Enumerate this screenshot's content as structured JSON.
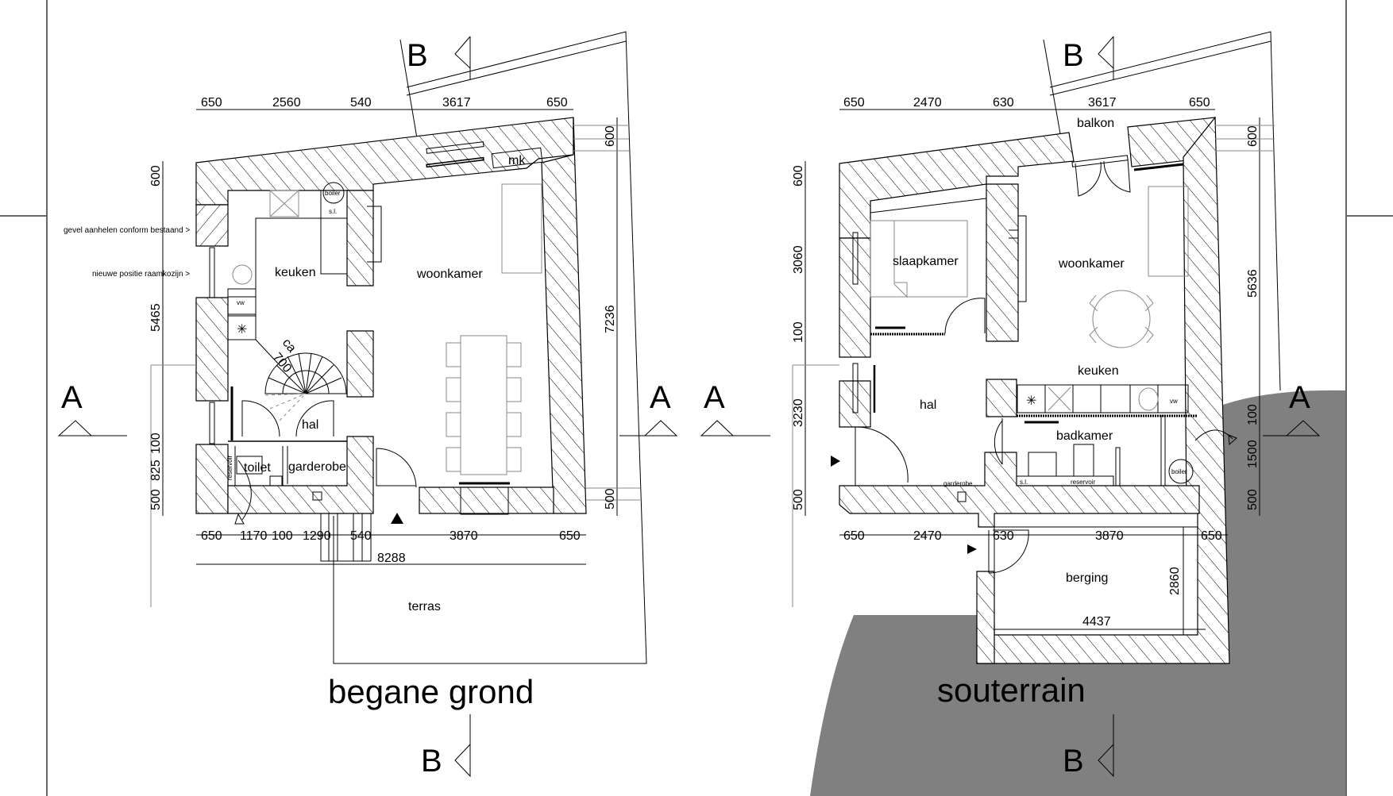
{
  "drawing": {
    "plans": [
      {
        "title": "begane grond",
        "rooms": [
          "keuken",
          "woonkamer",
          "hal",
          "toilet",
          "garderobe",
          "terras"
        ],
        "fixtures": {
          "boiler": "boiler",
          "sl": "s.l.",
          "mk": "mk",
          "vw": "vw",
          "reservoir": "reservoir",
          "stair_note_1": "ca",
          "stair_note_2": "700"
        },
        "annotations": [
          "gevel aanhelen conform bestaand >",
          "nieuwe positie raamkozijn >"
        ],
        "dims_top": [
          "650",
          "2560",
          "540",
          "3617",
          "650"
        ],
        "dims_bottom": [
          "650",
          "1170",
          "100",
          "1290",
          "540",
          "3870",
          "650"
        ],
        "dim_total": "8288",
        "dims_left": [
          "600",
          "5465",
          "100",
          "825",
          "500"
        ],
        "dims_right": [
          "600",
          "7236",
          "500"
        ]
      },
      {
        "title": "souterrain",
        "rooms": [
          "balkon",
          "slaapkamer",
          "woonkamer",
          "keuken",
          "hal",
          "badkamer",
          "garderobe",
          "berging"
        ],
        "fixtures": {
          "boiler": "boiler",
          "sl": "s.l.",
          "reservoir": "reservoir",
          "vw": "vw"
        },
        "dims_top": [
          "650",
          "2470",
          "630",
          "3617",
          "650"
        ],
        "dims_bottom": [
          "650",
          "2470",
          "630",
          "3870",
          "650"
        ],
        "dims_left": [
          "600",
          "3060",
          "100",
          "3230",
          "500"
        ],
        "dims_right": [
          "600",
          "5636",
          "100",
          "1500",
          "500"
        ],
        "dim_berging_width": "4437",
        "dim_berging_depth": "2860"
      }
    ],
    "section_markers": {
      "a": "A",
      "b": "B"
    },
    "colors": {
      "line": "#000000",
      "ground_fill": "#808080",
      "frame": "#666666",
      "furniture": "#888888"
    }
  }
}
